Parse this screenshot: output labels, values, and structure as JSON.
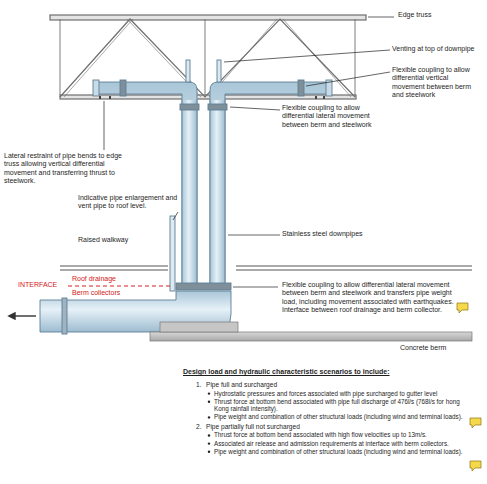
{
  "diagram": {
    "labels": [
      "Edge truss",
      "Venting at top of downpipe",
      "Flexible coupling to allow differential vertical movement between berm and steelwork",
      "Flexible coupling to allow differential lateral movement between berm and steelwork",
      "Lateral restraint of pipe bends to edge truss allowing vertical differential movement and transferring thrust to steelwork.",
      "Stainless steel downpipes",
      "Indicative pipe enlargement and vent pipe to roof level.",
      "Raised walkway",
      "INTERFACE",
      "Roof drainage",
      "Berm collectors",
      "Flexible coupling to allow differential lateral movement between berm and steelwork and transfers pipe weight load, including movement associated with earthquakes. Interface between roof drainage and berm collector.",
      "Concrete berm",
      "Design load and hydraulic characteristic scenarios to include:",
      "1.",
      "Pipe full and surcharged",
      "Hydrostatic pressures and forces associated with pipe surcharged to gutter level",
      "Thrust force at bottom bend associated with pipe full discharge of 476l/s (768l/s for hong Kong rainfall intensity).",
      "Pipe weight and combination of other structural loads (including wind and terminal loads).",
      "2.",
      "Pipe partially full not surcharged",
      "Thrust force at bottom bend associated with high flow velocities up to 13m/s.",
      "Associated air release and admission requirements at interface with berm collectors.",
      "Pipe weight and combination of other structural loads (including wind and terminal loads)."
    ]
  }
}
